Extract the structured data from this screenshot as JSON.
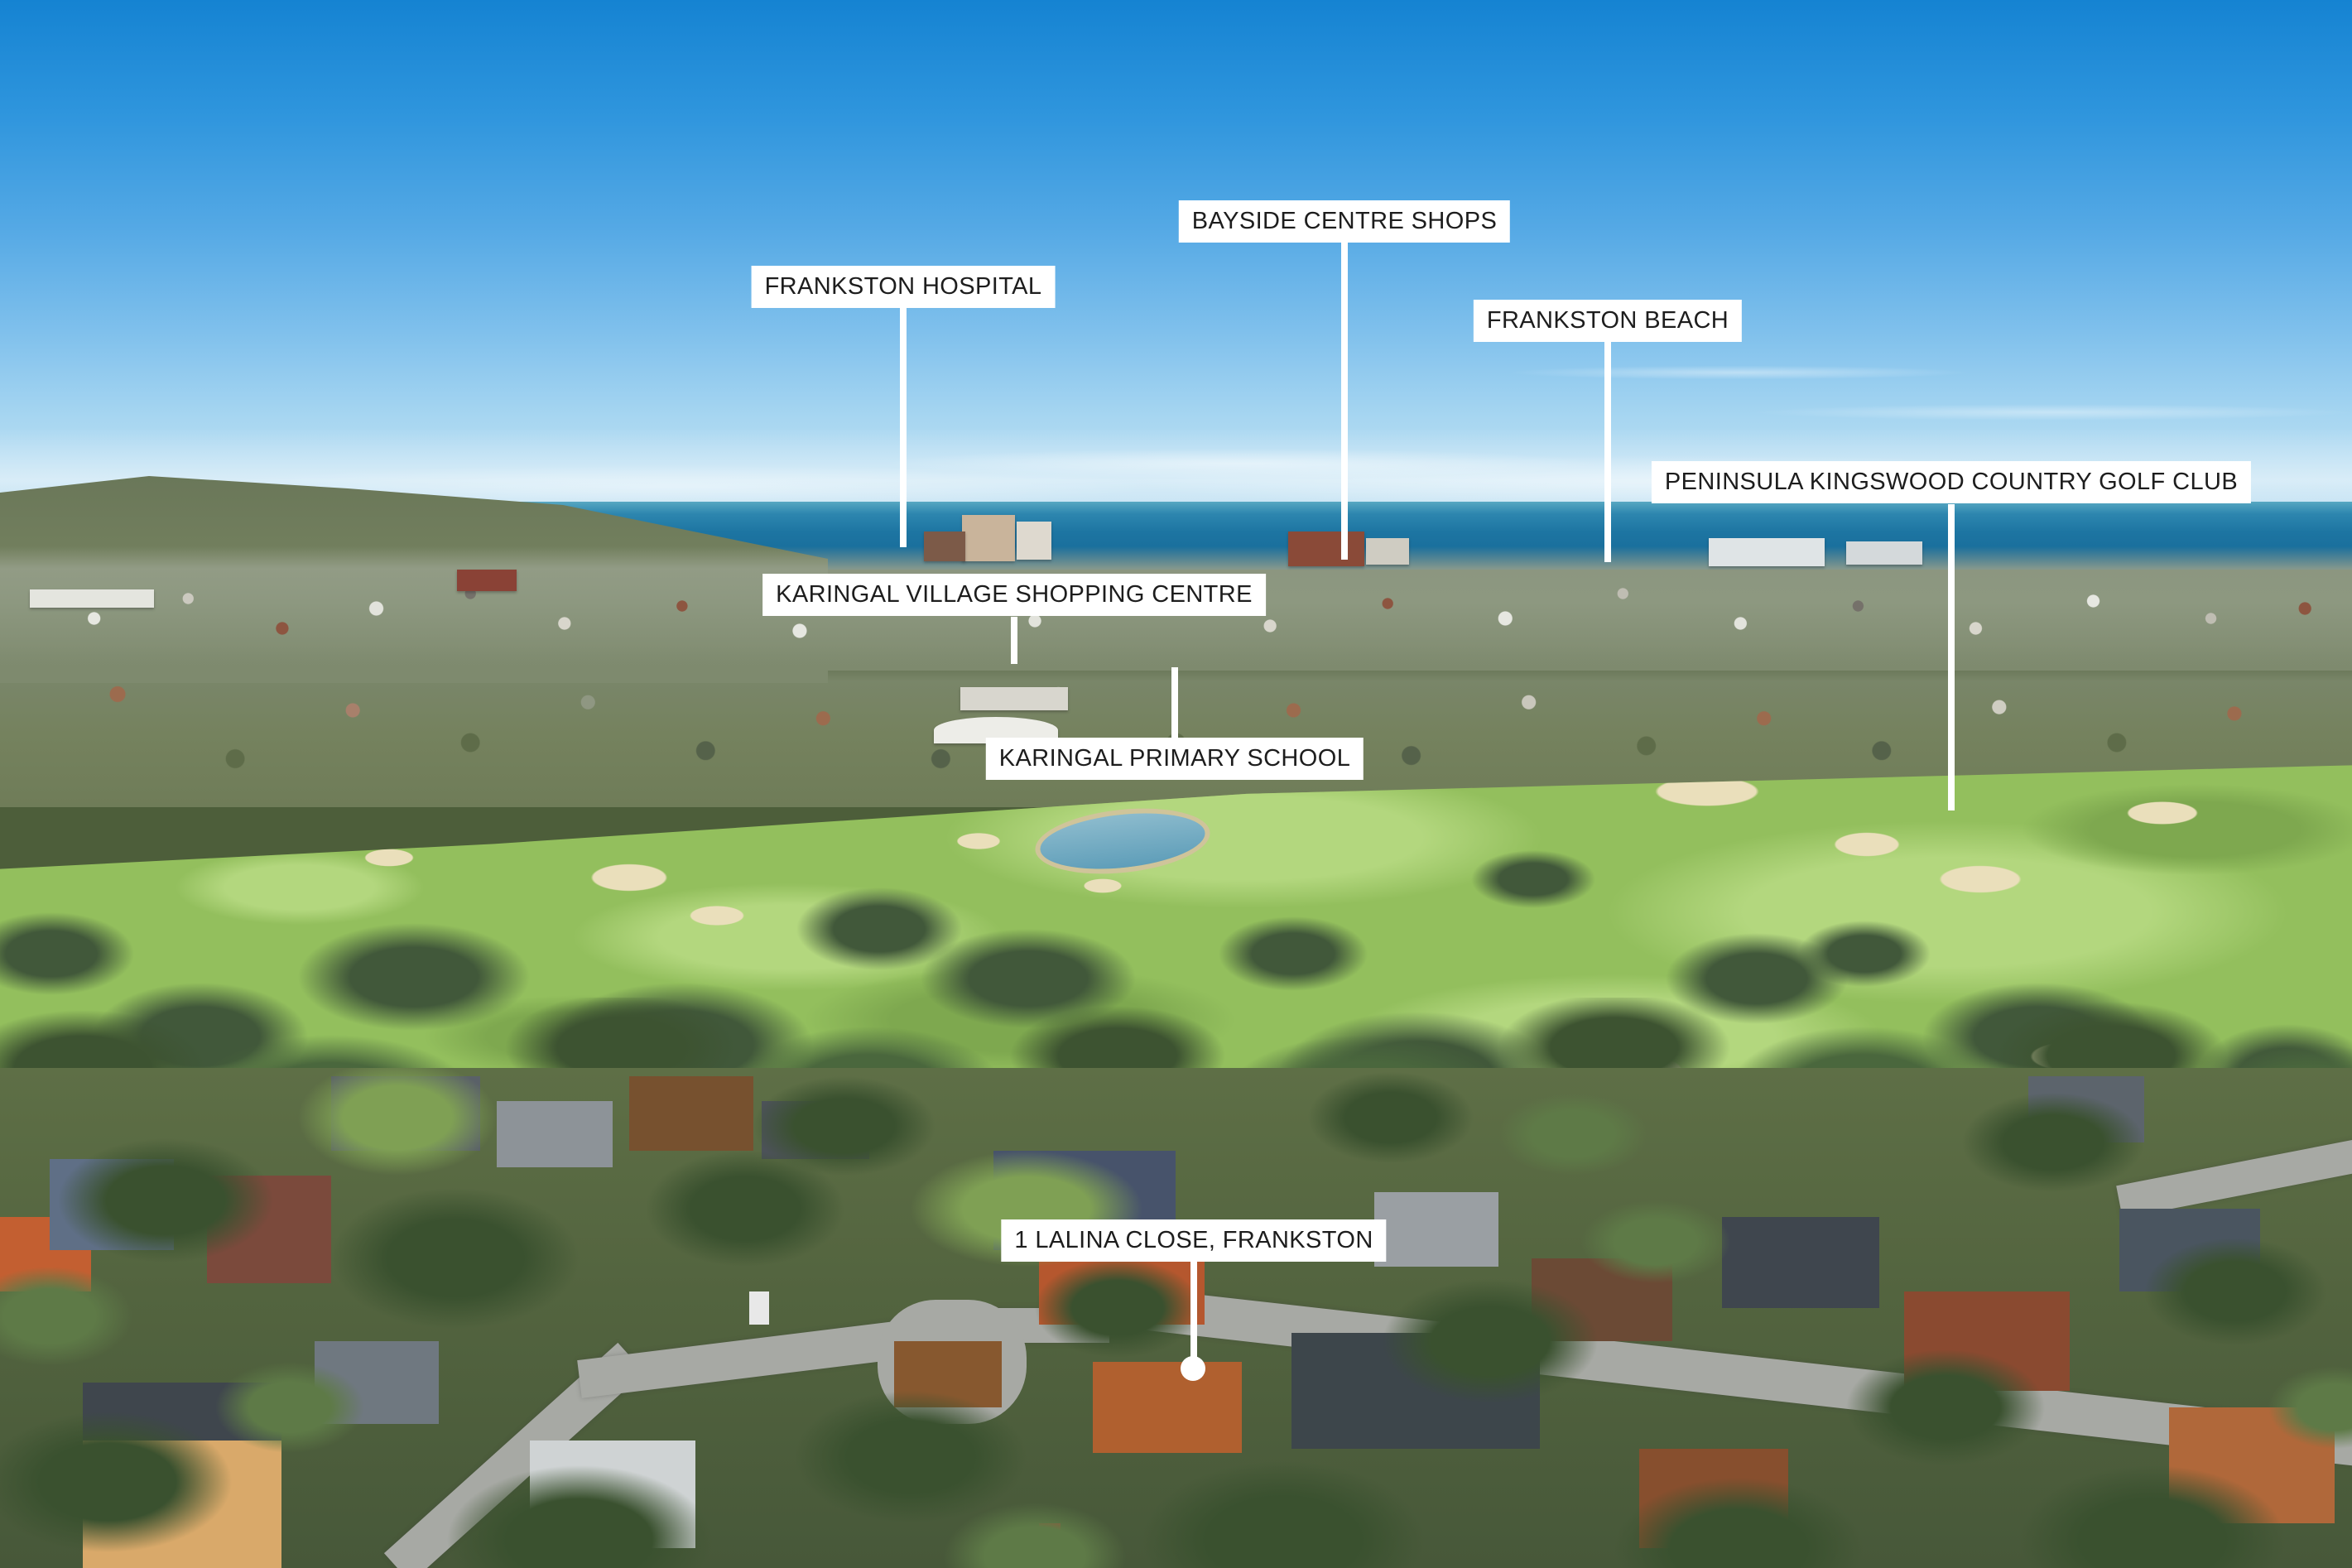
{
  "labels": {
    "bayside_centre_shops": "BAYSIDE CENTRE SHOPS",
    "frankston_hospital": "FRANKSTON HOSPITAL",
    "frankston_beach": "FRANKSTON BEACH",
    "peninsula_kingswood_golf": "PENINSULA KINGSWOOD COUNTRY GOLF CLUB",
    "karingal_village_shopping": "KARINGAL VILLAGE SHOPPING CENTRE",
    "karingal_primary_school": "KARINGAL PRIMARY SCHOOL",
    "property_address": "1 LALINA CLOSE, FRANKSTON"
  },
  "marker": {
    "shape": "circle",
    "color": "#ffffff"
  },
  "colors": {
    "label_background": "#ffffff",
    "label_text": "#1d1d1d",
    "pointer_line": "#ffffff",
    "sky_top": "#1583d2",
    "sea": "#1d75a2",
    "golf_green": "#93bf5d",
    "suburb_green": "#5e6f46"
  }
}
